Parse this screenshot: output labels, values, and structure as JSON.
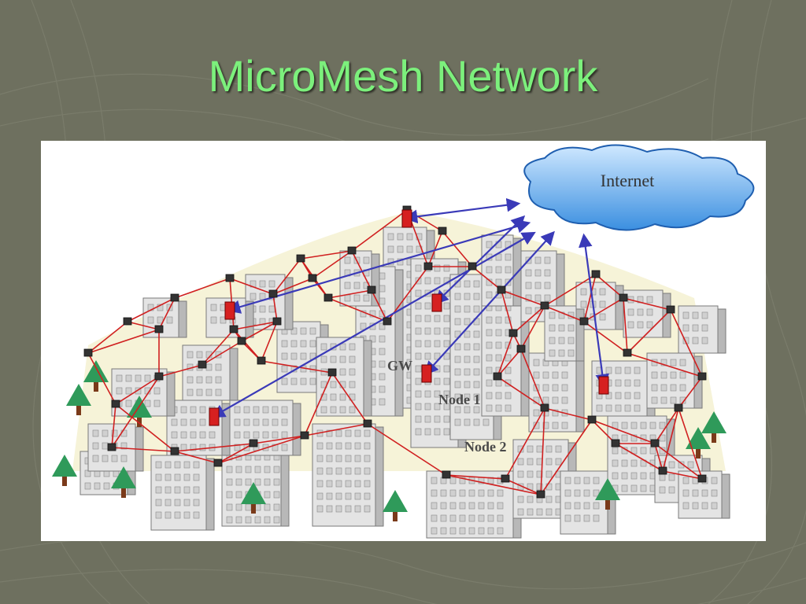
{
  "slide": {
    "title": "MicroMesh Network"
  },
  "diagram": {
    "cloud_label": "Internet",
    "gateway_label": "GW",
    "node1_label": "Node 1",
    "node2_label": "Node 2",
    "colors": {
      "background": "#6e705f",
      "title": "#7cf07c",
      "mesh_link": "#d02020",
      "internet_link": "#3a3ab8",
      "cloud_fill": "#4fa8e8",
      "gateway_node": "#d62020",
      "router_node": "#333333"
    }
  }
}
